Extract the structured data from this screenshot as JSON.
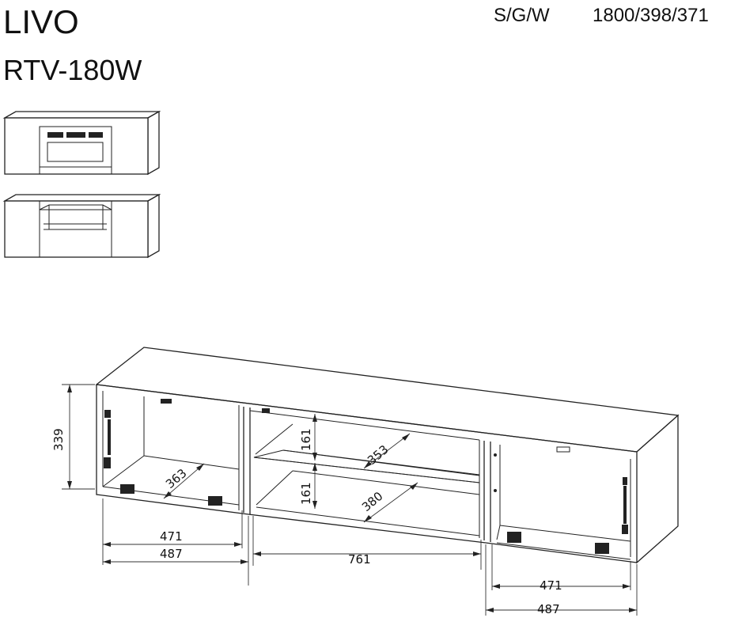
{
  "header": {
    "brand": "LIVO",
    "model": "RTV-180W",
    "dimension_codes": "S/G/W",
    "dimensions": "1800/398/371"
  },
  "measurements": {
    "height_left": "339",
    "shelf_upper_gap": "161",
    "shelf_lower_gap": "161",
    "inner_depth_left": "363",
    "shelf_depth_upper": "353",
    "shelf_depth_lower": "380",
    "left_inner_width": "471",
    "left_outer_width": "487",
    "center_width": "761",
    "right_inner_width": "471",
    "right_outer_width": "487"
  }
}
